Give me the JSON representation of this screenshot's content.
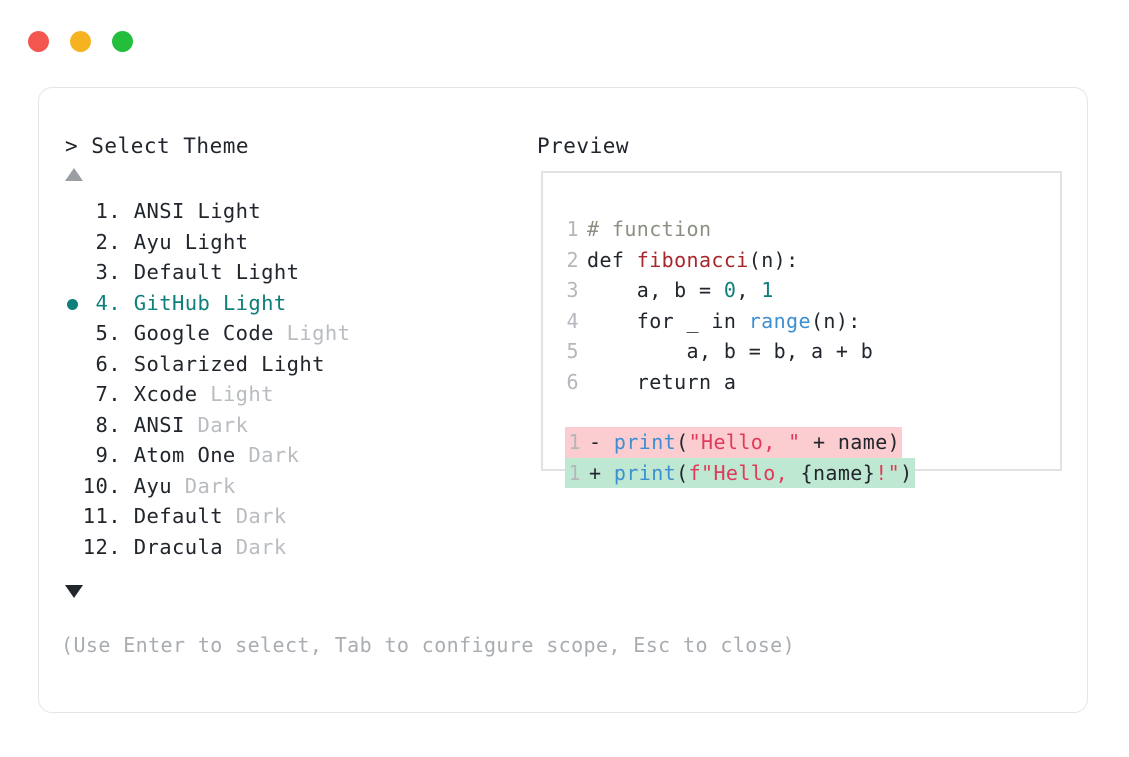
{
  "titlebar": {
    "buttons": [
      {
        "name": "close",
        "color": "#f2564f"
      },
      {
        "name": "minimize",
        "color": "#f5b322"
      },
      {
        "name": "zoom",
        "color": "#23be3c"
      }
    ]
  },
  "selector": {
    "prompt_symbol": ">",
    "prompt": "> Select Theme",
    "scroll_up_indicator": "▲",
    "scroll_down_indicator": "▼",
    "selected_index": 4,
    "selected_bullet": "●",
    "selected_color": "#0f7f7b",
    "items": [
      {
        "number": "1.",
        "name": "ANSI",
        "suffix": "Light",
        "suffix_dim": false,
        "selected": false
      },
      {
        "number": "2.",
        "name": "Ayu",
        "suffix": "Light",
        "suffix_dim": false,
        "selected": false
      },
      {
        "number": "3.",
        "name": "Default",
        "suffix": "Light",
        "suffix_dim": false,
        "selected": false
      },
      {
        "number": "4.",
        "name": "GitHub",
        "suffix": "Light",
        "suffix_dim": false,
        "selected": true
      },
      {
        "number": "5.",
        "name": "Google Code",
        "suffix": "Light",
        "suffix_dim": true,
        "selected": false
      },
      {
        "number": "6.",
        "name": "Solarized",
        "suffix": "Light",
        "suffix_dim": false,
        "selected": false
      },
      {
        "number": "7.",
        "name": "Xcode",
        "suffix": "Light",
        "suffix_dim": true,
        "selected": false
      },
      {
        "number": "8.",
        "name": "ANSI",
        "suffix": "Dark",
        "suffix_dim": true,
        "selected": false
      },
      {
        "number": "9.",
        "name": "Atom One",
        "suffix": "Dark",
        "suffix_dim": true,
        "selected": false
      },
      {
        "number": "10.",
        "name": "Ayu",
        "suffix": "Dark",
        "suffix_dim": true,
        "selected": false
      },
      {
        "number": "11.",
        "name": "Default",
        "suffix": "Dark",
        "suffix_dim": true,
        "selected": false
      },
      {
        "number": "12.",
        "name": "Dracula",
        "suffix": "Dark",
        "suffix_dim": true,
        "selected": false
      }
    ],
    "hint": "(Use Enter to select, Tab to configure scope, Esc to close)"
  },
  "preview": {
    "title": "Preview",
    "code": {
      "lines": [
        {
          "no": "1",
          "tokens": [
            {
              "t": "# function",
              "k": "comment"
            }
          ]
        },
        {
          "no": "2",
          "tokens": [
            {
              "t": "def ",
              "k": "kw"
            },
            {
              "t": "fibonacci",
              "k": "fn-def"
            },
            {
              "t": "(n):",
              "k": "punct"
            }
          ]
        },
        {
          "no": "3",
          "tokens": [
            {
              "t": "    a, b = ",
              "k": "plain"
            },
            {
              "t": "0",
              "k": "num"
            },
            {
              "t": ", ",
              "k": "plain"
            },
            {
              "t": "1",
              "k": "num"
            }
          ]
        },
        {
          "no": "4",
          "tokens": [
            {
              "t": "    for _ in ",
              "k": "plain"
            },
            {
              "t": "range",
              "k": "builtin"
            },
            {
              "t": "(n):",
              "k": "punct"
            }
          ]
        },
        {
          "no": "5",
          "tokens": [
            {
              "t": "        a, b = b, a + b",
              "k": "plain"
            }
          ]
        },
        {
          "no": "6",
          "tokens": [
            {
              "t": "    return a",
              "k": "plain"
            }
          ]
        }
      ],
      "diff": [
        {
          "no": "1",
          "sign": "-",
          "kind": "minus",
          "bg": "#fbccd0",
          "tokens": [
            {
              "t": "print",
              "k": "builtin"
            },
            {
              "t": "(",
              "k": "punct"
            },
            {
              "t": "\"Hello, \"",
              "k": "str"
            },
            {
              "t": " + name)",
              "k": "plain"
            }
          ]
        },
        {
          "no": "1",
          "sign": "+",
          "kind": "plus",
          "bg": "#bfe8d2",
          "tokens": [
            {
              "t": "print",
              "k": "builtin"
            },
            {
              "t": "(",
              "k": "punct"
            },
            {
              "t": "f\"Hello, ",
              "k": "str"
            },
            {
              "t": "{name}",
              "k": "plain"
            },
            {
              "t": "!\"",
              "k": "str"
            },
            {
              "t": ")",
              "k": "punct"
            }
          ]
        }
      ]
    }
  }
}
